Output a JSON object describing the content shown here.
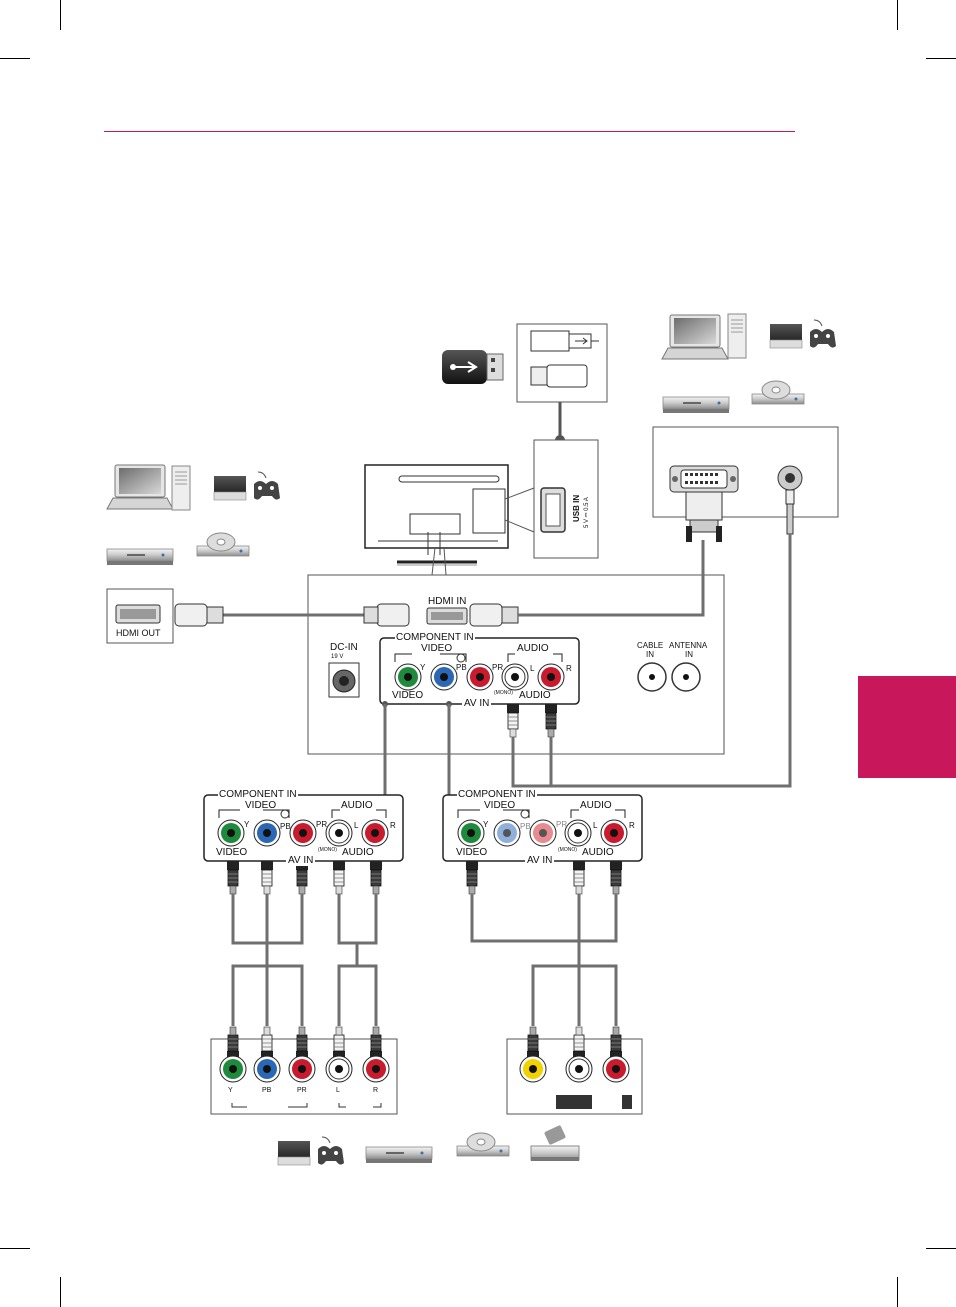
{
  "labels": {
    "hdmi_in": "HDMI IN",
    "hdmi_out": "HDMI OUT",
    "dc_in": "DC-IN",
    "dc_volt": "19 V",
    "usb_in": "USB IN",
    "usb_rating": "5 V ⎓ 0.5 A",
    "component_in": "COMPONENT IN",
    "video": "VIDEO",
    "audio": "AUDIO",
    "av_in": "AV IN",
    "mono": "(MONO)",
    "y": "Y",
    "pb": "PB",
    "pr": "PR",
    "l": "L",
    "r": "R",
    "cable_in": "CABLE",
    "cable_in2": "IN",
    "antenna_in": "ANTENNA",
    "antenna_in2": "IN"
  },
  "colors": {
    "accent": "#c8175b",
    "cable": "#6f6f6f",
    "green": "#1e8a3c",
    "blue": "#2a67b5",
    "red": "#c91a2e",
    "white": "#ffffff",
    "yellow": "#f2d100"
  },
  "icons": {
    "devices_top_right": [
      "laptop-icon",
      "desktop-tower-icon",
      "game-console-icon",
      "dvd-player-icon",
      "disc-player-icon"
    ],
    "devices_left": [
      "laptop-icon",
      "desktop-tower-icon",
      "game-console-icon",
      "dvd-player-icon",
      "disc-player-icon"
    ],
    "devices_bottom": [
      "game-console-icon",
      "dvd-player-icon",
      "disc-player-icon",
      "vcr-icon"
    ],
    "usb": [
      "usb-drive-icon",
      "usb-plug-icon",
      "usb-stick-icon"
    ]
  }
}
